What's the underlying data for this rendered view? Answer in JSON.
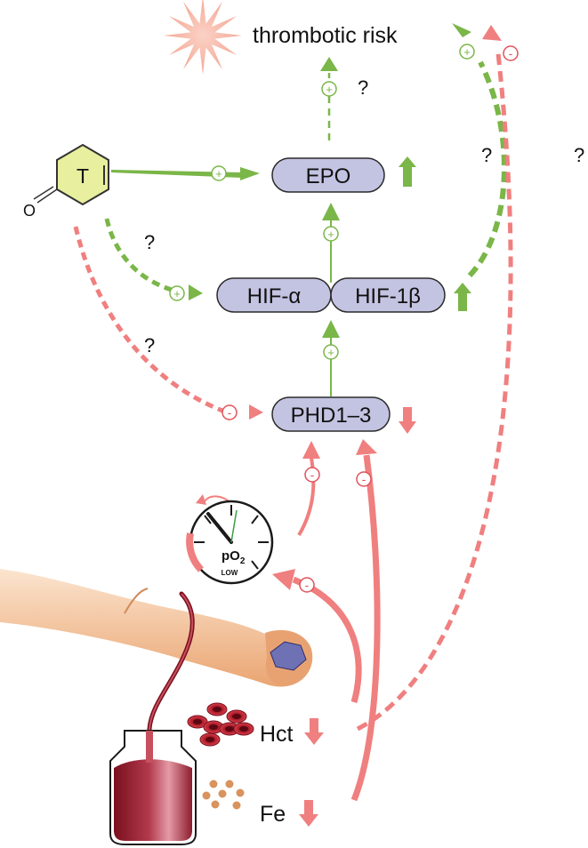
{
  "nodes": {
    "thrombotic_risk": "thrombotic risk",
    "epo": "EPO",
    "hif_alpha": "HIF-α",
    "hif_1beta": "HIF-1β",
    "phd": "PHD1–3",
    "hct": "Hct",
    "fe": "Fe",
    "testosterone": "T"
  },
  "gauge": {
    "main": "pO",
    "subscript": "2",
    "level_label": "LOW"
  },
  "signs": {
    "plus": "+",
    "minus": "-"
  },
  "unknown_mark": "?",
  "colors": {
    "increase": "#7ab648",
    "decrease": "#f07f7f",
    "node_fill": "#c3c3e2",
    "node_stroke": "#2b2b2b",
    "hexagon_fill": "#e8ef9e",
    "blood": "#8c1c2e"
  }
}
